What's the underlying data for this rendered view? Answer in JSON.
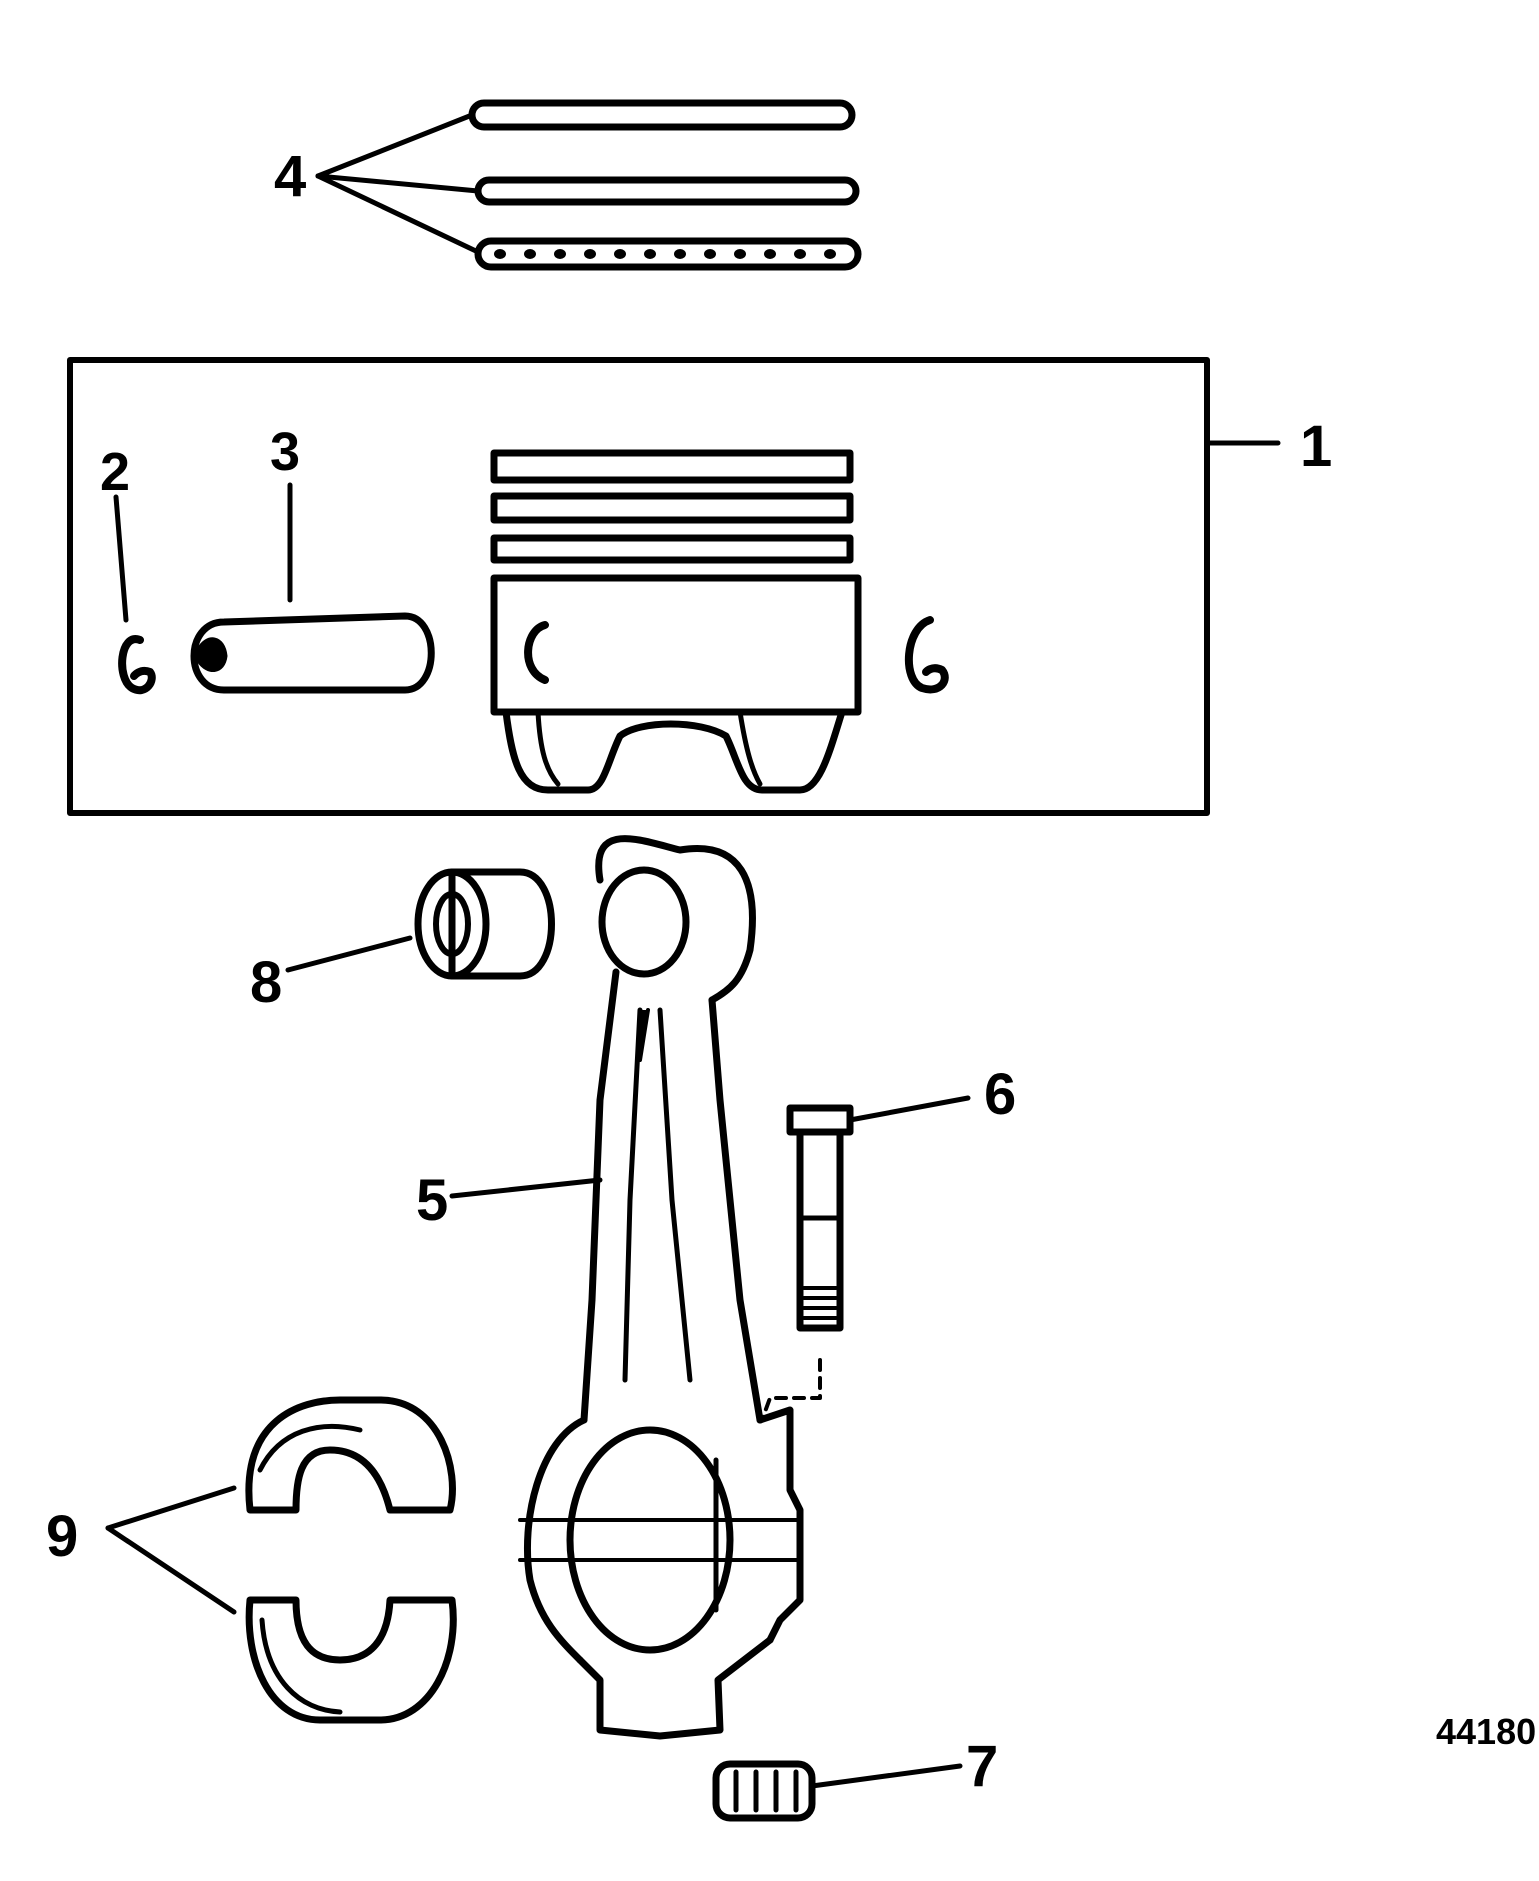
{
  "diagram": {
    "callouts": [
      {
        "key": "c1",
        "label": "1"
      },
      {
        "key": "c2",
        "label": "2"
      },
      {
        "key": "c3",
        "label": "3"
      },
      {
        "key": "c4",
        "label": "4"
      },
      {
        "key": "c5",
        "label": "5"
      },
      {
        "key": "c6",
        "label": "6"
      },
      {
        "key": "c7",
        "label": "7"
      },
      {
        "key": "c8",
        "label": "8"
      },
      {
        "key": "c9",
        "label": "9"
      }
    ],
    "reference_id": "44180",
    "colors": {
      "ink": "#000000",
      "paper": "#ffffff"
    }
  }
}
